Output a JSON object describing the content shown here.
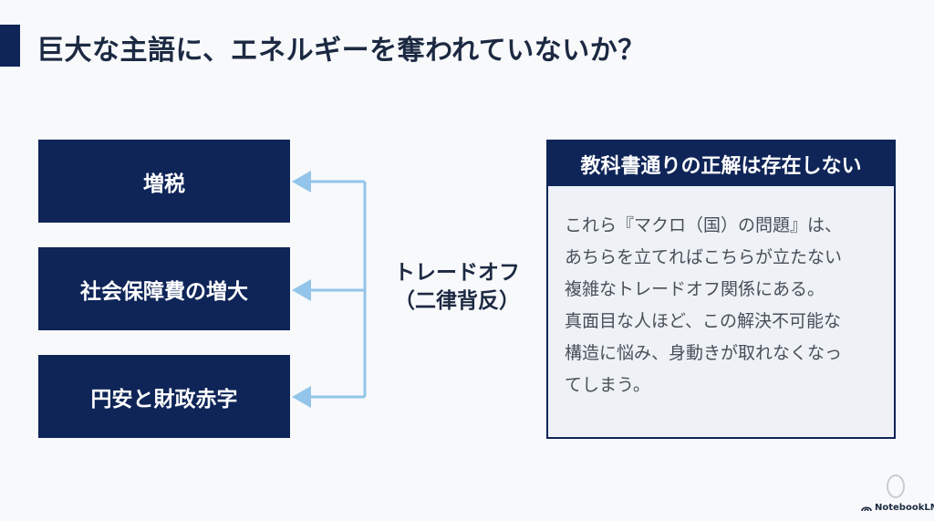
{
  "slide": {
    "title": "巨大な主語に、エネルギーを奪われていないか？"
  },
  "left_boxes": [
    {
      "label": "増税"
    },
    {
      "label": "社会保障費の増大"
    },
    {
      "label": "円安と財政赤字"
    }
  ],
  "tradeoff": {
    "line1": "トレードオフ",
    "line2": "（二律背反）"
  },
  "panel": {
    "header": "教科書通りの正解は存在しない",
    "lines": [
      "これら『マクロ（国）の問題』は、",
      "あちらを立てればこちらが立たない",
      "複雑なトレードオフ関係にある。",
      "真面目な人ほど、この解決不可能な",
      "構造に悩み、身動きが取れなくなっ",
      "てしまう。"
    ]
  },
  "brand": {
    "name": "NotebookLM",
    "logo_icon": "notebooklm-logo-icon"
  },
  "colors": {
    "navy": "#0f2558",
    "arrow": "#93c5ea",
    "title_text": "#1c2942",
    "panel_bg": "#eef2f7"
  }
}
